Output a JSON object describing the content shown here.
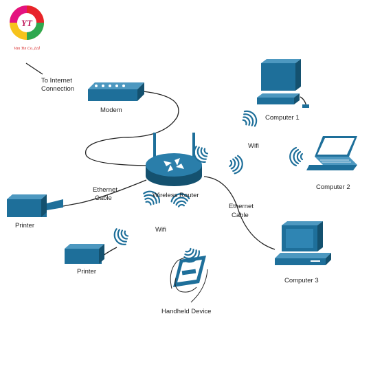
{
  "logo": {
    "mark": "YT",
    "company": "Van Tin Co.,Ltd"
  },
  "labels": {
    "internet": [
      "To Internet",
      "Connection"
    ],
    "modem": "Modem",
    "router": "Wireless Router",
    "computer1": "Computer 1",
    "computer2": "Computer 2",
    "computer3": "Computer 3",
    "printer_left": "Printer",
    "printer_bottom": "Printer",
    "handheld": "Handheld Device",
    "ethernet_left": [
      "Ethernet",
      "Cable"
    ],
    "ethernet_right": [
      "Ethernet",
      "Cable"
    ],
    "wifi_right": "Wifi",
    "wifi_bottom": "Wifi"
  },
  "colors": {
    "device": "#1e6f9a",
    "device_dark": "#14516f",
    "device_light": "#4d98c0",
    "cable": "#222222"
  }
}
